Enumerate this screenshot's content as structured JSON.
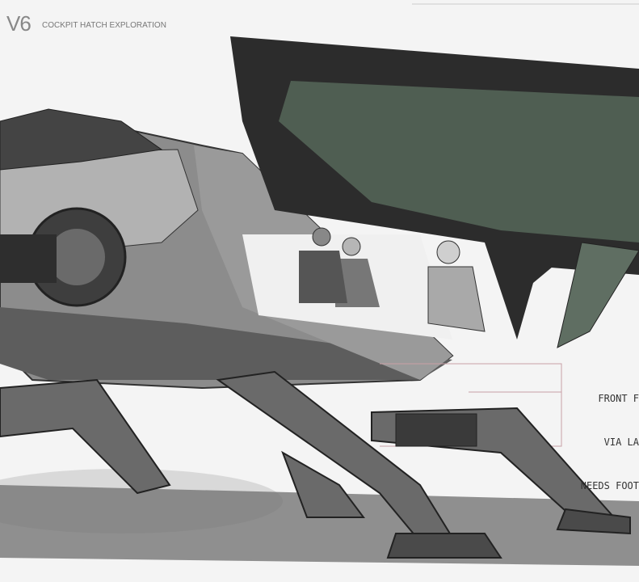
{
  "header": {
    "version": "V6",
    "subtitle": "COCKPIT HATCH EXPLORATION"
  },
  "annotation": {
    "lines": [
      "FRONT F",
      "VIA LA",
      "NEEDS FOOT"
    ]
  },
  "colors": {
    "background": "#f4f4f4",
    "canopy_glass": "#4f5e52",
    "hull": "#8a8a8a",
    "callout_line": "#c9a0a6"
  }
}
